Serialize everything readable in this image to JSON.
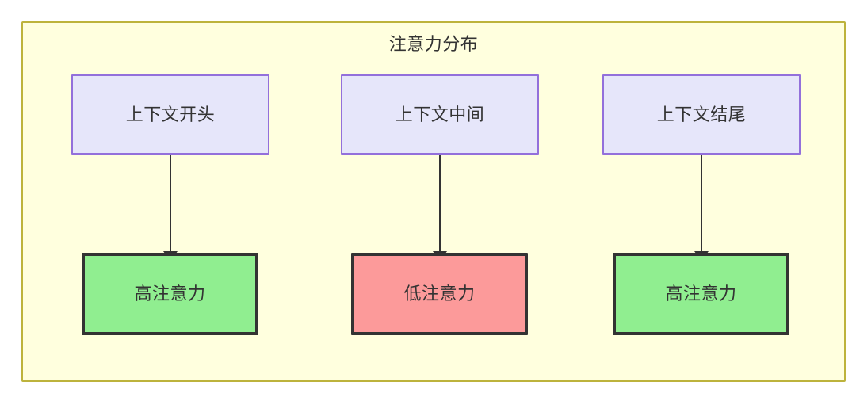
{
  "diagram": {
    "title": "注意力分布",
    "container_fill": "#ffffde",
    "container_border": "#bdb33c",
    "nodes": {
      "context": [
        {
          "id": "context-start",
          "label": "上下文开头",
          "fill": "#e6e6fa",
          "border": "#9370db"
        },
        {
          "id": "context-middle",
          "label": "上下文中间",
          "fill": "#e6e6fa",
          "border": "#9370db"
        },
        {
          "id": "context-end",
          "label": "上下文结尾",
          "fill": "#e6e6fa",
          "border": "#9370db"
        }
      ],
      "attention": [
        {
          "id": "attention-high-start",
          "label": "高注意力",
          "fill": "#90ee90",
          "border": "#333333"
        },
        {
          "id": "attention-low-middle",
          "label": "低注意力",
          "fill": "#fc9a9a",
          "border": "#333333"
        },
        {
          "id": "attention-high-end",
          "label": "高注意力",
          "fill": "#90ee90",
          "border": "#333333"
        }
      ]
    },
    "edges": [
      {
        "id": "edge-start",
        "from": "上下文开头",
        "to": "高注意力"
      },
      {
        "id": "edge-middle",
        "from": "上下文中间",
        "to": "低注意力"
      },
      {
        "id": "edge-end",
        "from": "上下文结尾",
        "to": "高注意力"
      }
    ]
  }
}
